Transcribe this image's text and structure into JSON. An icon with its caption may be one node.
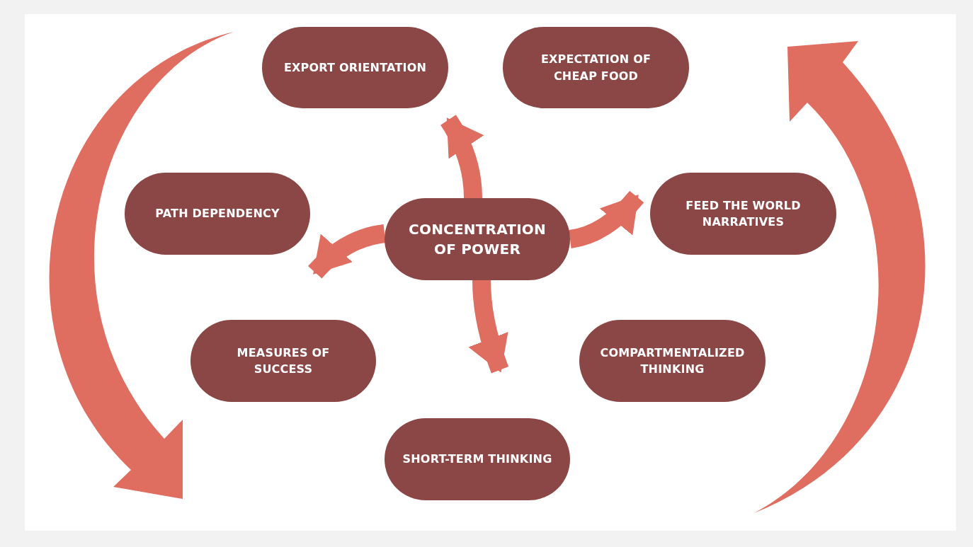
{
  "diagram": {
    "nodes": [
      {
        "text": [
          "EXPORT ORIENTATION"
        ]
      },
      {
        "text": [
          "EXPECTATION OF CHEAP FOOD"
        ]
      },
      {
        "text": [
          "PATH DEPENDENCY"
        ]
      },
      {
        "text": [
          "CONCENTRATION OF POWER"
        ]
      },
      {
        "text": [
          "FEED THE WORLD NARRATIVES"
        ]
      },
      {
        "text": [
          "MEASURES OF SUCCESS"
        ]
      },
      {
        "text": [
          "COMPARTMENTALIZED THINKING"
        ]
      },
      {
        "text": [
          "SHORT-TERM THINKING"
        ]
      }
    ],
    "edges": [
      {
        "from": 3,
        "to": 0,
        "arrow": "to"
      },
      {
        "from": 3,
        "to": 4,
        "arrow": "to"
      },
      {
        "from": 3,
        "to": 2,
        "arrow": "to"
      },
      {
        "from": 3,
        "to": 7,
        "arrow": "to"
      }
    ]
  }
}
